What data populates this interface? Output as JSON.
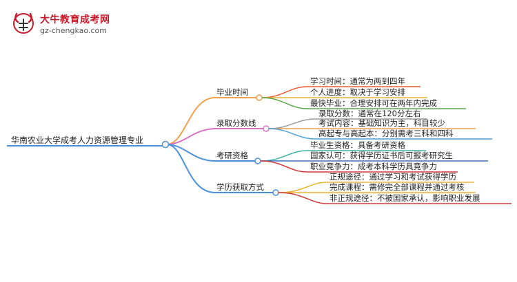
{
  "logo": {
    "name": "大牛教育成考网",
    "url": "gz-chengkao.com",
    "icon": "ox-head-logo-icon",
    "colors": {
      "red": "#c8192a",
      "gray": "#555555"
    }
  },
  "mindmap": {
    "root": "华南农业大学成考人力资源管理专业",
    "branches": [
      {
        "label": "毕业时间",
        "color": "#f0a04b",
        "children": [
          {
            "text": "学习时间：通常为两到四年",
            "color": "#e85a2c"
          },
          {
            "text": "个人进度：取决于学习安排",
            "color": "#e8b030"
          },
          {
            "text": "最快毕业：合理安排可在两年内完成",
            "color": "#5aa84a"
          }
        ]
      },
      {
        "label": "录取分数线",
        "color": "#d873c4",
        "children": [
          {
            "text": "录取分数：通常在120分左右",
            "color": "#9b9b9b"
          },
          {
            "text": "考试内容：基础知识为主，科目较少",
            "color": "#f0a04b"
          },
          {
            "text": "高起专与高起本：分别需考三科和四科",
            "color": "#4aa0d8"
          }
        ]
      },
      {
        "label": "考研资格",
        "color": "#4a90d9",
        "children": [
          {
            "text": "毕业生资格：具备考研资格",
            "color": "#38b3a8"
          },
          {
            "text": "国家认可：获得学历证书后可报考研究生",
            "color": "#3a6fc4"
          },
          {
            "text": "职业竞争力：成考本科学历具竞争力",
            "color": "#d23a3a"
          }
        ]
      },
      {
        "label": "学历获取方式",
        "color": "#4a90d9",
        "children": [
          {
            "text": "正规途径：通过学习和考试获得学历",
            "color": "#e8b030"
          },
          {
            "text": "完成课程：需修完全部课程并通过考核",
            "color": "#e8b030"
          },
          {
            "text": "非正规途径：不被国家承认，影响职业发展",
            "color": "#d23a3a"
          }
        ]
      }
    ]
  }
}
